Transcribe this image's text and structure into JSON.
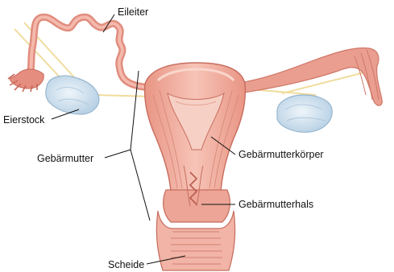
{
  "labels": {
    "eileiter": "Eileiter",
    "eierstock": "Eierstock",
    "gebaermutter": "Gebärmutter",
    "gebaermutterkoerper": "Gebärmutterkörper",
    "gebaermutterhals": "Gebärmutterhals",
    "scheide": "Scheide"
  },
  "colors": {
    "tissue": "#f1b5a8",
    "tissue_dark": "#d9796b",
    "tissue_light": "#f8d3c8",
    "tube": "#ea9e90",
    "ovary": "#c9dfee",
    "ovary_edge": "#97b6cf",
    "ligament": "#f2e2a6",
    "leader": "#111111"
  },
  "icons": {
    "ovary": "ovary-illustration",
    "uterus": "uterus-illustration"
  }
}
